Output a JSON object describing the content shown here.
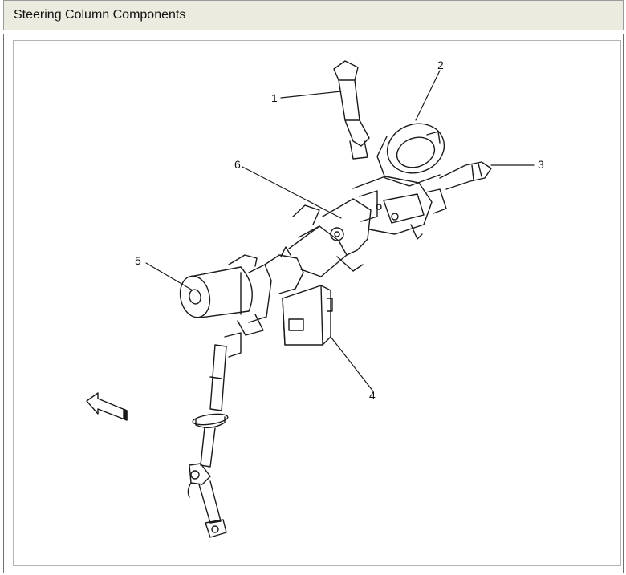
{
  "header": {
    "title": "Steering Column Components"
  },
  "callouts": [
    "1",
    "2",
    "3",
    "4",
    "5",
    "6"
  ],
  "colors": {
    "line": "#1a1a1a",
    "header_bg": "#ebebe0",
    "border": "#6e6e6e"
  }
}
